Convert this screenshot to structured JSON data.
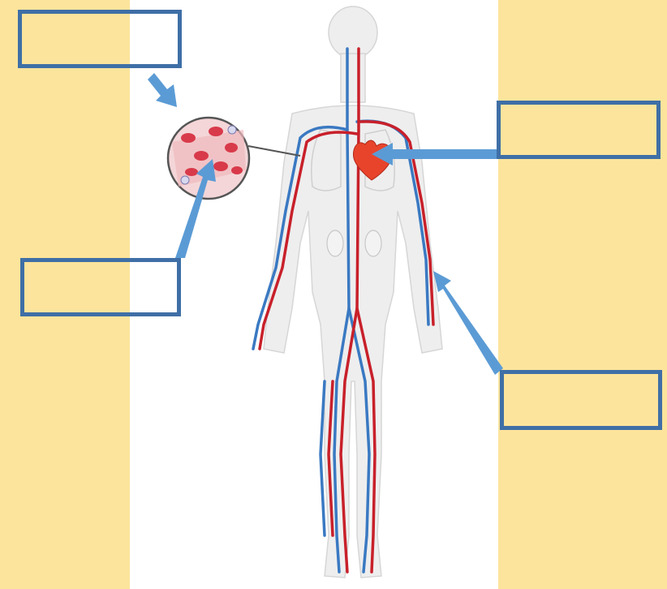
{
  "colors": {
    "side_panel": "#fde49c",
    "box_border": "#3f6fa6",
    "arrow": "#5b9bd5",
    "artery": "#c8202a",
    "vein": "#3a79c2",
    "heart": "#e8442c",
    "body_fill": "#eeeeee",
    "blood_cell": "#d83a4a"
  },
  "labels": {
    "top_left": "",
    "mid_left": "",
    "top_right": "",
    "bottom_right": ""
  },
  "icons": {
    "figure": "human-circulatory-system",
    "magnifier": "blood-cells-magnifier",
    "organ": "heart"
  }
}
